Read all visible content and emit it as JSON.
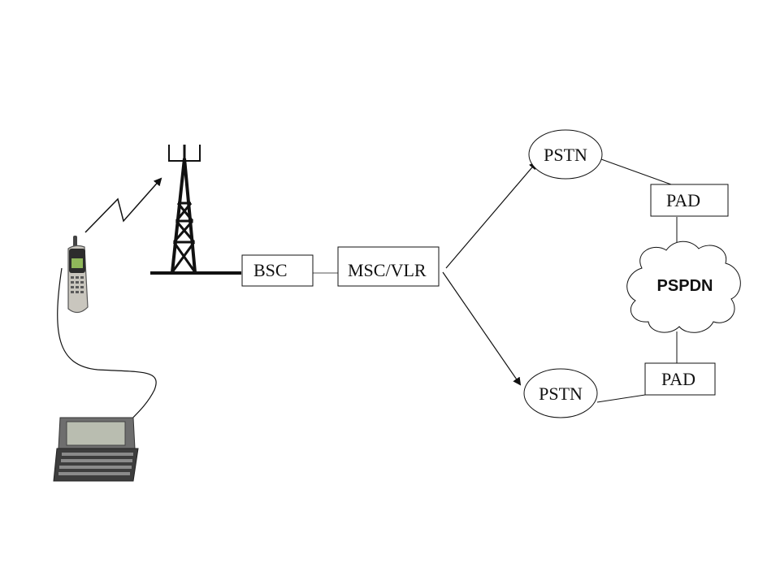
{
  "diagram": {
    "nodes": {
      "bsc": {
        "label": "BSC"
      },
      "msc_vlr": {
        "label": "MSC/VLR"
      },
      "pstn_top": {
        "label": "PSTN"
      },
      "pstn_bottom": {
        "label": "PSTN"
      },
      "pad_top": {
        "label": "PAD"
      },
      "pad_bottom": {
        "label": "PAD"
      },
      "pspdn": {
        "label": "PSPDN"
      }
    },
    "icons": [
      "cell-tower-icon",
      "mobile-phone-icon",
      "handheld-computer-icon",
      "radio-link-icon"
    ],
    "colors": {
      "line": "#111111",
      "background": "#ffffff"
    }
  }
}
